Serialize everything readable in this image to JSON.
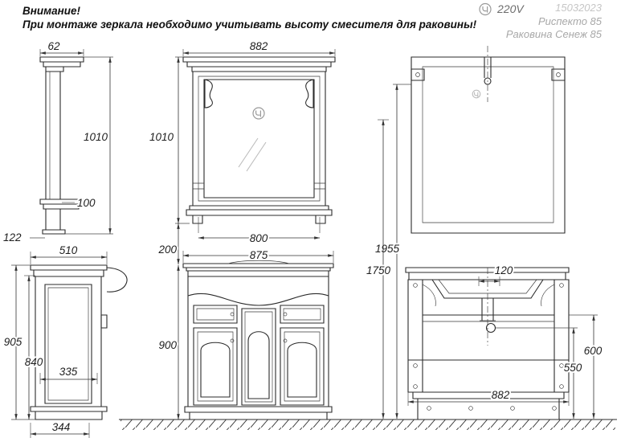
{
  "header": {
    "warning_title": "Внимание!",
    "warning_text": "При монтаже зеркала необходимо учитывать высоту смесителя для раковины!",
    "voltage": "220V",
    "code": "15032023",
    "product": "Риспекто 85",
    "sink": "Раковина Сенеж 85"
  },
  "dims": {
    "mirror_side_top_depth": "62",
    "mirror_side_height": "1010",
    "mirror_side_shelf": "100",
    "mirror_side_bottom_depth": "122",
    "mirror_width": "882",
    "mirror_height": "1010",
    "mirror_shelf_width": "800",
    "mirror_gap": "200",
    "overall_height_a": "1955",
    "overall_height_b": "1750",
    "cabinet_side_depth": "510",
    "cabinet_side_total_height": "905",
    "cabinet_side_body_height": "840",
    "cabinet_side_panel_width": "335",
    "cabinet_side_base_depth": "344",
    "cabinet_width": "875",
    "cabinet_height": "900",
    "back_drain_offset": "120",
    "back_width": "882",
    "back_rail_height": "600",
    "back_hole_height": "550"
  },
  "colors": {
    "line": "#2b2b2b",
    "dimension": "#333333",
    "gray_text": "#a8a8a8",
    "light_gray_text": "#c6c6c6",
    "gray_accent": "#9a9a9a"
  }
}
